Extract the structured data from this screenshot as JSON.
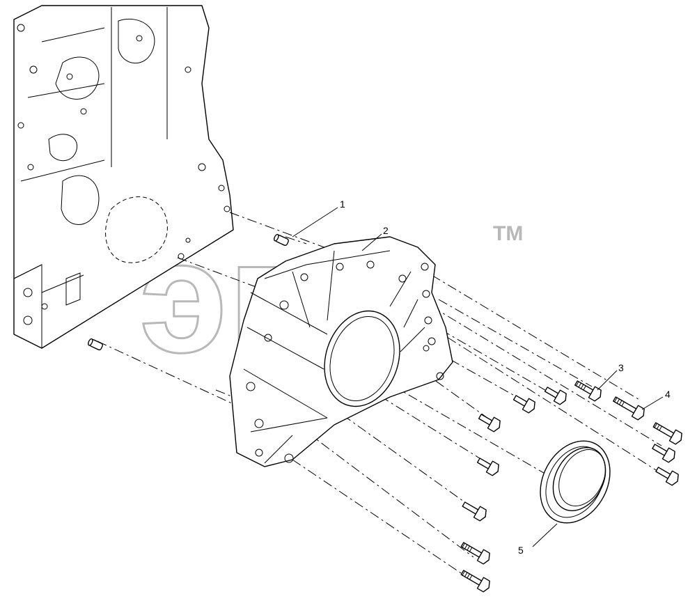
{
  "watermark": {
    "text": "эпс",
    "trademark": "TM"
  },
  "corner_mark": "",
  "callouts": [
    {
      "id": "1",
      "label": "1"
    },
    {
      "id": "2",
      "label": "2"
    },
    {
      "id": "3",
      "label": "3"
    },
    {
      "id": "4",
      "label": "4"
    },
    {
      "id": "5",
      "label": "5"
    }
  ],
  "colors": {
    "line": "#000000",
    "watermark": "#b8b8b8",
    "background": "#ffffff"
  }
}
